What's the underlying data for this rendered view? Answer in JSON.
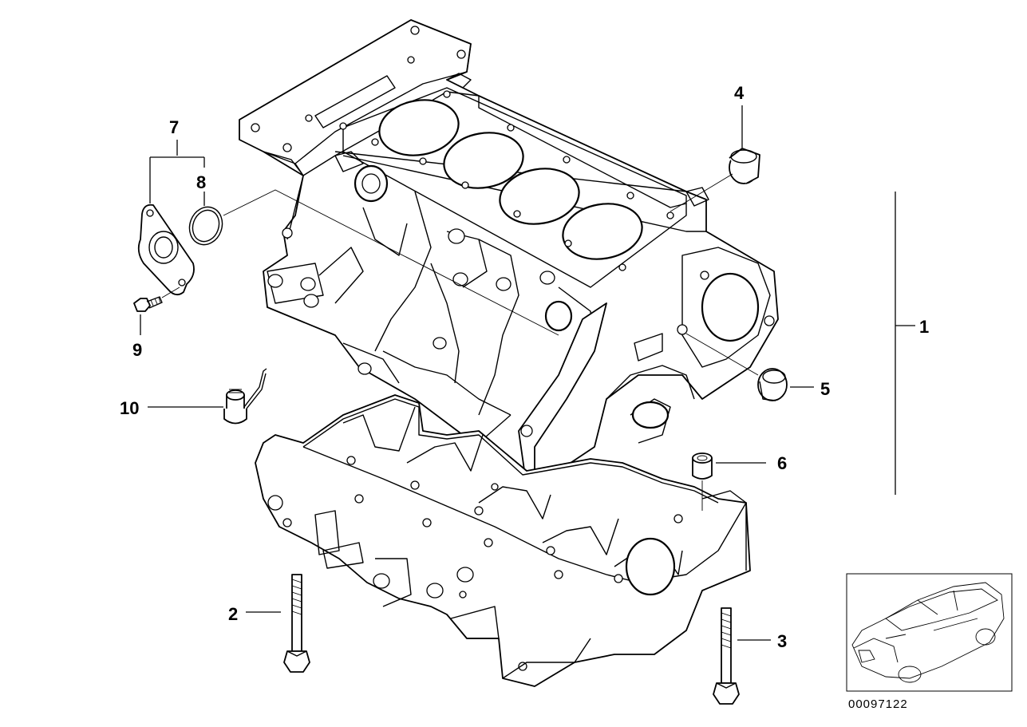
{
  "callouts": {
    "c1": "1",
    "c2": "2",
    "c3": "3",
    "c4": "4",
    "c5": "5",
    "c6": "6",
    "c7": "7",
    "c8": "8",
    "c9": "9",
    "c10": "10"
  },
  "reference_number": "00097122",
  "colors": {
    "line": "#000000",
    "background": "#ffffff"
  }
}
